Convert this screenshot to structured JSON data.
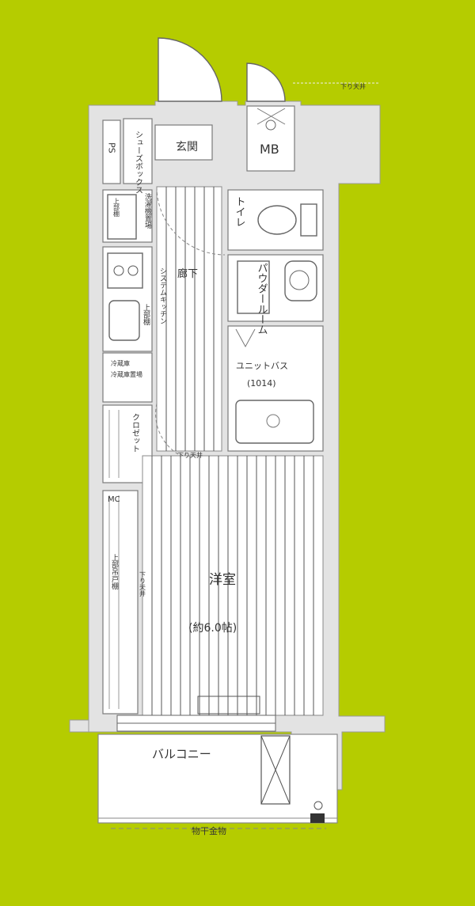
{
  "floorplan": {
    "rooms": {
      "ps": "PS",
      "shoe_box": "シューズボックス",
      "genkan": "玄関",
      "mb": "MB",
      "toilet": "トイレ",
      "powder_room": "パウダールーム",
      "corridor": "廊下",
      "system_kitchen": "システムキッチン",
      "washer_space": "洗濯機置場",
      "upper_cabinet_1": "上部棚",
      "upper_cabinet_2": "上部棚",
      "upper_cabinet_3": "上部吊戸棚",
      "fridge_space": "冷蔵庫置場",
      "unit_bath": "ユニットバス",
      "unit_bath_size": "(1014)",
      "closet": "クロゼット",
      "western_room": "洋室",
      "western_room_size": "(約6.0帖)",
      "balcony": "バルコニー",
      "drying_rack": "物干金物",
      "mc": "MC",
      "lowered_ceiling_1": "下り天井",
      "lowered_ceiling_2": "下り天井",
      "top_note": "下り天井"
    },
    "colors": {
      "background": "#b5cc00",
      "wall": "#e3e3e3",
      "room": "#ffffff",
      "line": "#7a7a7a"
    }
  }
}
